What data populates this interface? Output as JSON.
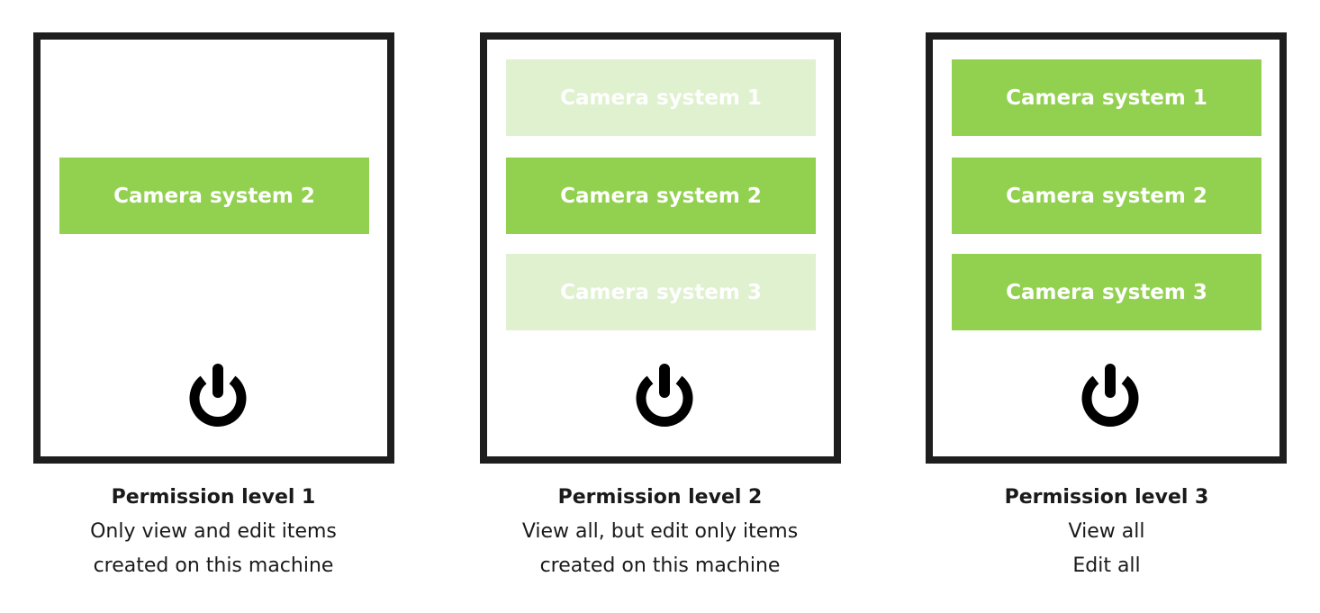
{
  "colors": {
    "active": "#92d050",
    "inactive": "#dff1cf",
    "border": "#1e1e1e"
  },
  "panels": [
    {
      "buttons": [
        {
          "label": "Camera system 2",
          "state": "active"
        }
      ],
      "icon": "power-icon",
      "title": "Permission level 1",
      "lines": [
        "Only view and edit items",
        "created on this machine"
      ]
    },
    {
      "buttons": [
        {
          "label": "Camera system 1",
          "state": "inactive"
        },
        {
          "label": "Camera system 2",
          "state": "active"
        },
        {
          "label": "Camera system 3",
          "state": "inactive"
        }
      ],
      "icon": "power-icon",
      "title": "Permission level 2",
      "lines": [
        "View all, but edit only items",
        "created on this machine"
      ]
    },
    {
      "buttons": [
        {
          "label": "Camera system 1",
          "state": "active"
        },
        {
          "label": "Camera system 2",
          "state": "active"
        },
        {
          "label": "Camera system 3",
          "state": "active"
        }
      ],
      "icon": "power-icon",
      "title": "Permission level 3",
      "lines": [
        "View all",
        "Edit all"
      ]
    }
  ]
}
